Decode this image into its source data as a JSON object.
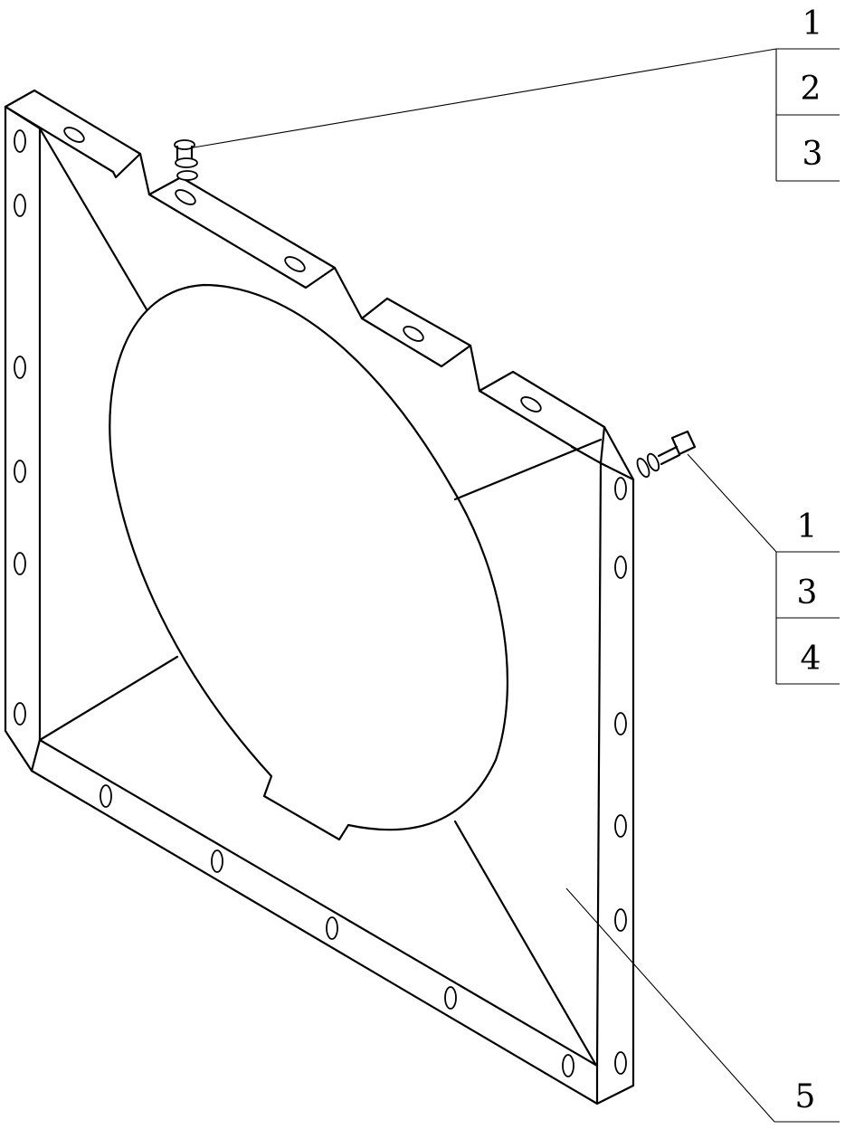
{
  "callout_top": {
    "label_1": "1",
    "label_2": "2",
    "label_3": "3"
  },
  "callout_right": {
    "label_1": "1",
    "label_2": "3",
    "label_3": "4"
  },
  "callout_bottom": {
    "label_1": "5"
  }
}
